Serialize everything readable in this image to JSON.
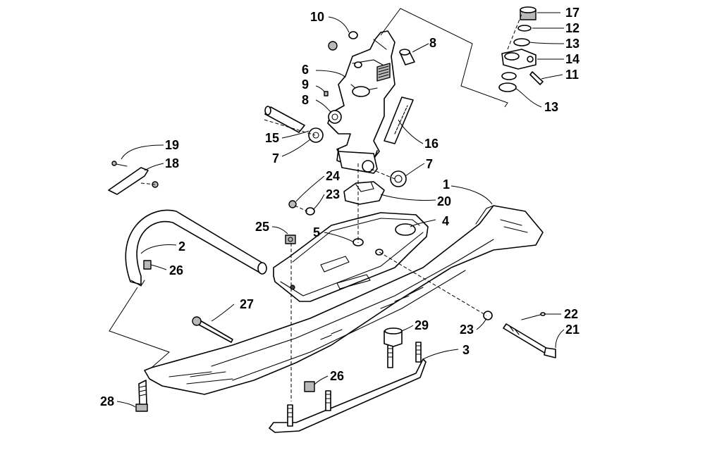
{
  "callouts": {
    "n1": "1",
    "n2": "2",
    "n3": "3",
    "n4": "4",
    "n5": "5",
    "n6": "6",
    "n7a": "7",
    "n7b": "7",
    "n8a": "8",
    "n8b": "8",
    "n9": "9",
    "n10": "10",
    "n11": "11",
    "n12": "12",
    "n13a": "13",
    "n13b": "13",
    "n14": "14",
    "n15": "15",
    "n16": "16",
    "n17": "17",
    "n18": "18",
    "n19": "19",
    "n20": "20",
    "n21": "21",
    "n22": "22",
    "n23a": "23",
    "n23b": "23",
    "n24": "24",
    "n25": "25",
    "n26a": "26",
    "n26b": "26",
    "n27": "27",
    "n28": "28",
    "n29": "29"
  }
}
